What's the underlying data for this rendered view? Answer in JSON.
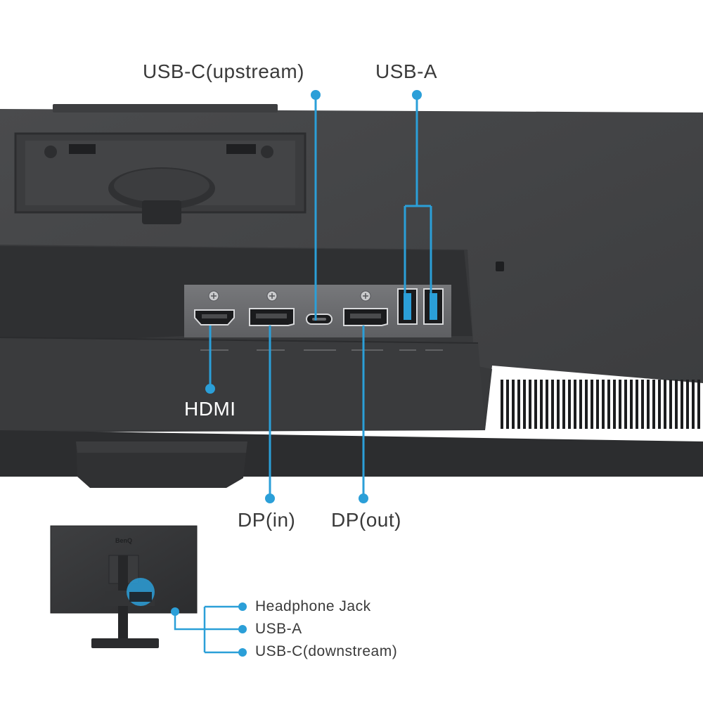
{
  "brand": "BenQ",
  "accent_color": "#2b9fd8",
  "callouts": {
    "usb_c_upstream": "USB-C(upstream)",
    "usb_a_top": "USB-A",
    "hdmi": "HDMI",
    "dp_in": "DP(in)",
    "dp_out": "DP(out)"
  },
  "side_ports": {
    "headphone": "Headphone Jack",
    "usb_a": "USB-A",
    "usb_c_downstream": "USB-C(downstream)"
  },
  "icons": [
    "hdmi-port-icon",
    "displayport-icon",
    "usb-c-port-icon",
    "usb-a-port-icon",
    "screw-icon"
  ]
}
